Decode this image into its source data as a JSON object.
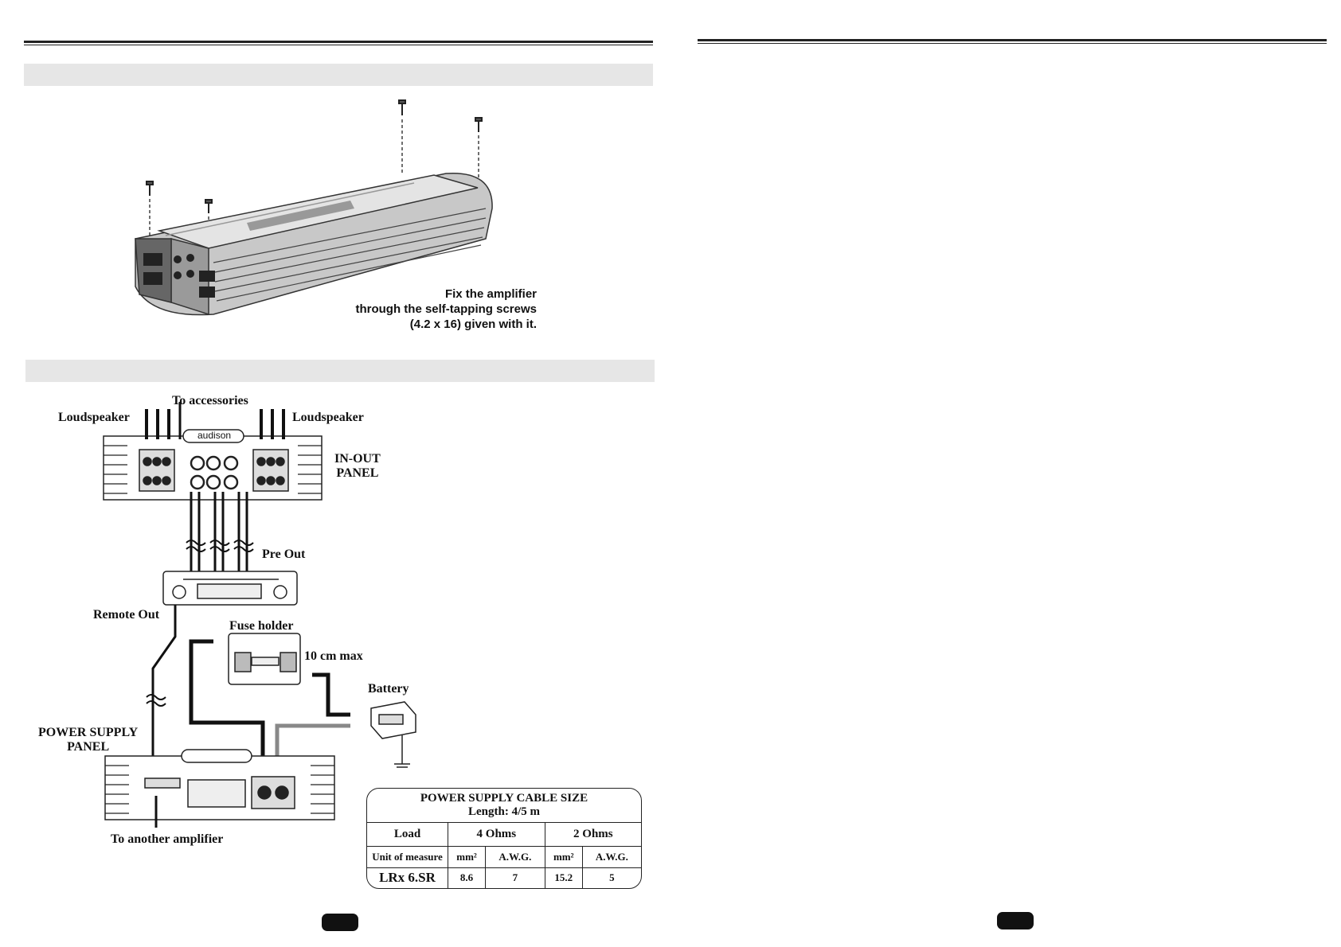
{
  "mounting": {
    "note_line1": "Fix the amplifier",
    "note_line2": "through the self-tapping screws",
    "note_line3": "(4.2 x 16) given with it."
  },
  "wiring": {
    "to_accessories": "To accessories",
    "loudspeaker_left": "Loudspeaker",
    "loudspeaker_right": "Loudspeaker",
    "in_out_panel_1": "IN-OUT",
    "in_out_panel_2": "PANEL",
    "pre_out": "Pre Out",
    "remote_out": "Remote Out",
    "fuse_holder": "Fuse holder",
    "ten_cm_max": "10 cm max",
    "battery": "Battery",
    "power_supply_panel_1": "POWER SUPPLY",
    "power_supply_panel_2": "PANEL",
    "to_another_amplifier": "To another amplifier",
    "brand": "audison"
  },
  "cable_table": {
    "title": "POWER SUPPLY CABLE SIZE",
    "subtitle": "Length: 4/5 m",
    "load_label": "Load",
    "ohms4": "4 Ohms",
    "ohms2": "2 Ohms",
    "unit_label": "Unit of measure",
    "mm2": "mm²",
    "awg": "A.W.G.",
    "model": "LRx 6.SR",
    "values": [
      "8.6",
      "7",
      "15.2",
      "5"
    ]
  }
}
